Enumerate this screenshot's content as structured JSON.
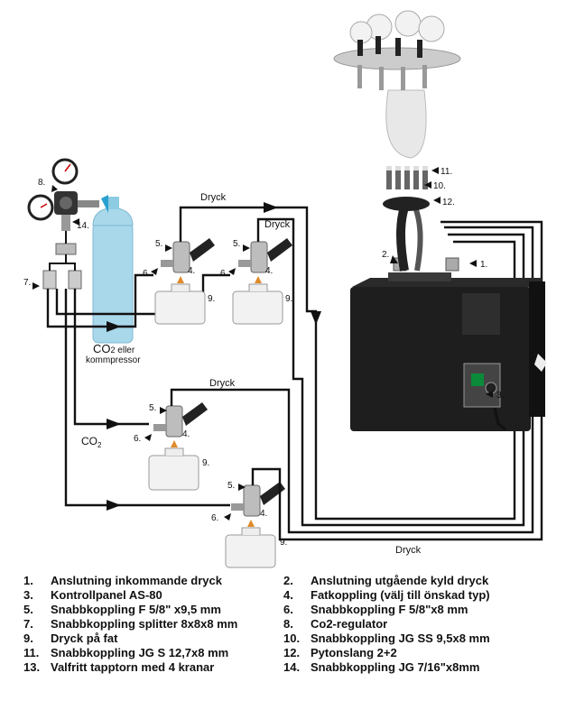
{
  "labels": {
    "dryck": "Dryck",
    "co2_main": "CO",
    "co2_sub": "2",
    "co2_eller": " eller",
    "kommpressor": "kommpressor",
    "co2_mid_main": "CO",
    "co2_mid_sub": "2",
    "n1": "1.",
    "n2": "2.",
    "n3": "3.",
    "n4": "4.",
    "n5": "5.",
    "n6": "6.",
    "n7": "7.",
    "n8": "8.",
    "n9": "9.",
    "n10": "10.",
    "n11": "11.",
    "n12": "12.",
    "n14": "14."
  },
  "legend": [
    {
      "num": "1.",
      "text": "Anslutning inkommande dryck"
    },
    {
      "num": "2.",
      "text": "Anslutning utgående kyld dryck"
    },
    {
      "num": "3.",
      "text": "Kontrollpanel AS-80"
    },
    {
      "num": "4.",
      "text": "Fatkoppling (välj till önskad typ)"
    },
    {
      "num": "5.",
      "text": "Snabbkoppling F 5/8\" x9,5 mm"
    },
    {
      "num": "6.",
      "text": "Snabbkoppling F 5/8\"x8 mm"
    },
    {
      "num": "7.",
      "text": "Snabbkoppling splitter 8x8x8 mm"
    },
    {
      "num": "8.",
      "text": "Co2-regulator"
    },
    {
      "num": "9.",
      "text": "Dryck på fat"
    },
    {
      "num": "10.",
      "text": "Snabbkoppling JG SS 9,5x8 mm"
    },
    {
      "num": "11.",
      "text": "Snabbkoppling JG S 12,7x8 mm"
    },
    {
      "num": "12.",
      "text": "Pytonslang 2+2"
    },
    {
      "num": "13.",
      "text": "Valfritt tapptorn med 4 kranar"
    },
    {
      "num": "14.",
      "text": "Snabbkoppling JG 7/16\"x8mm"
    }
  ]
}
